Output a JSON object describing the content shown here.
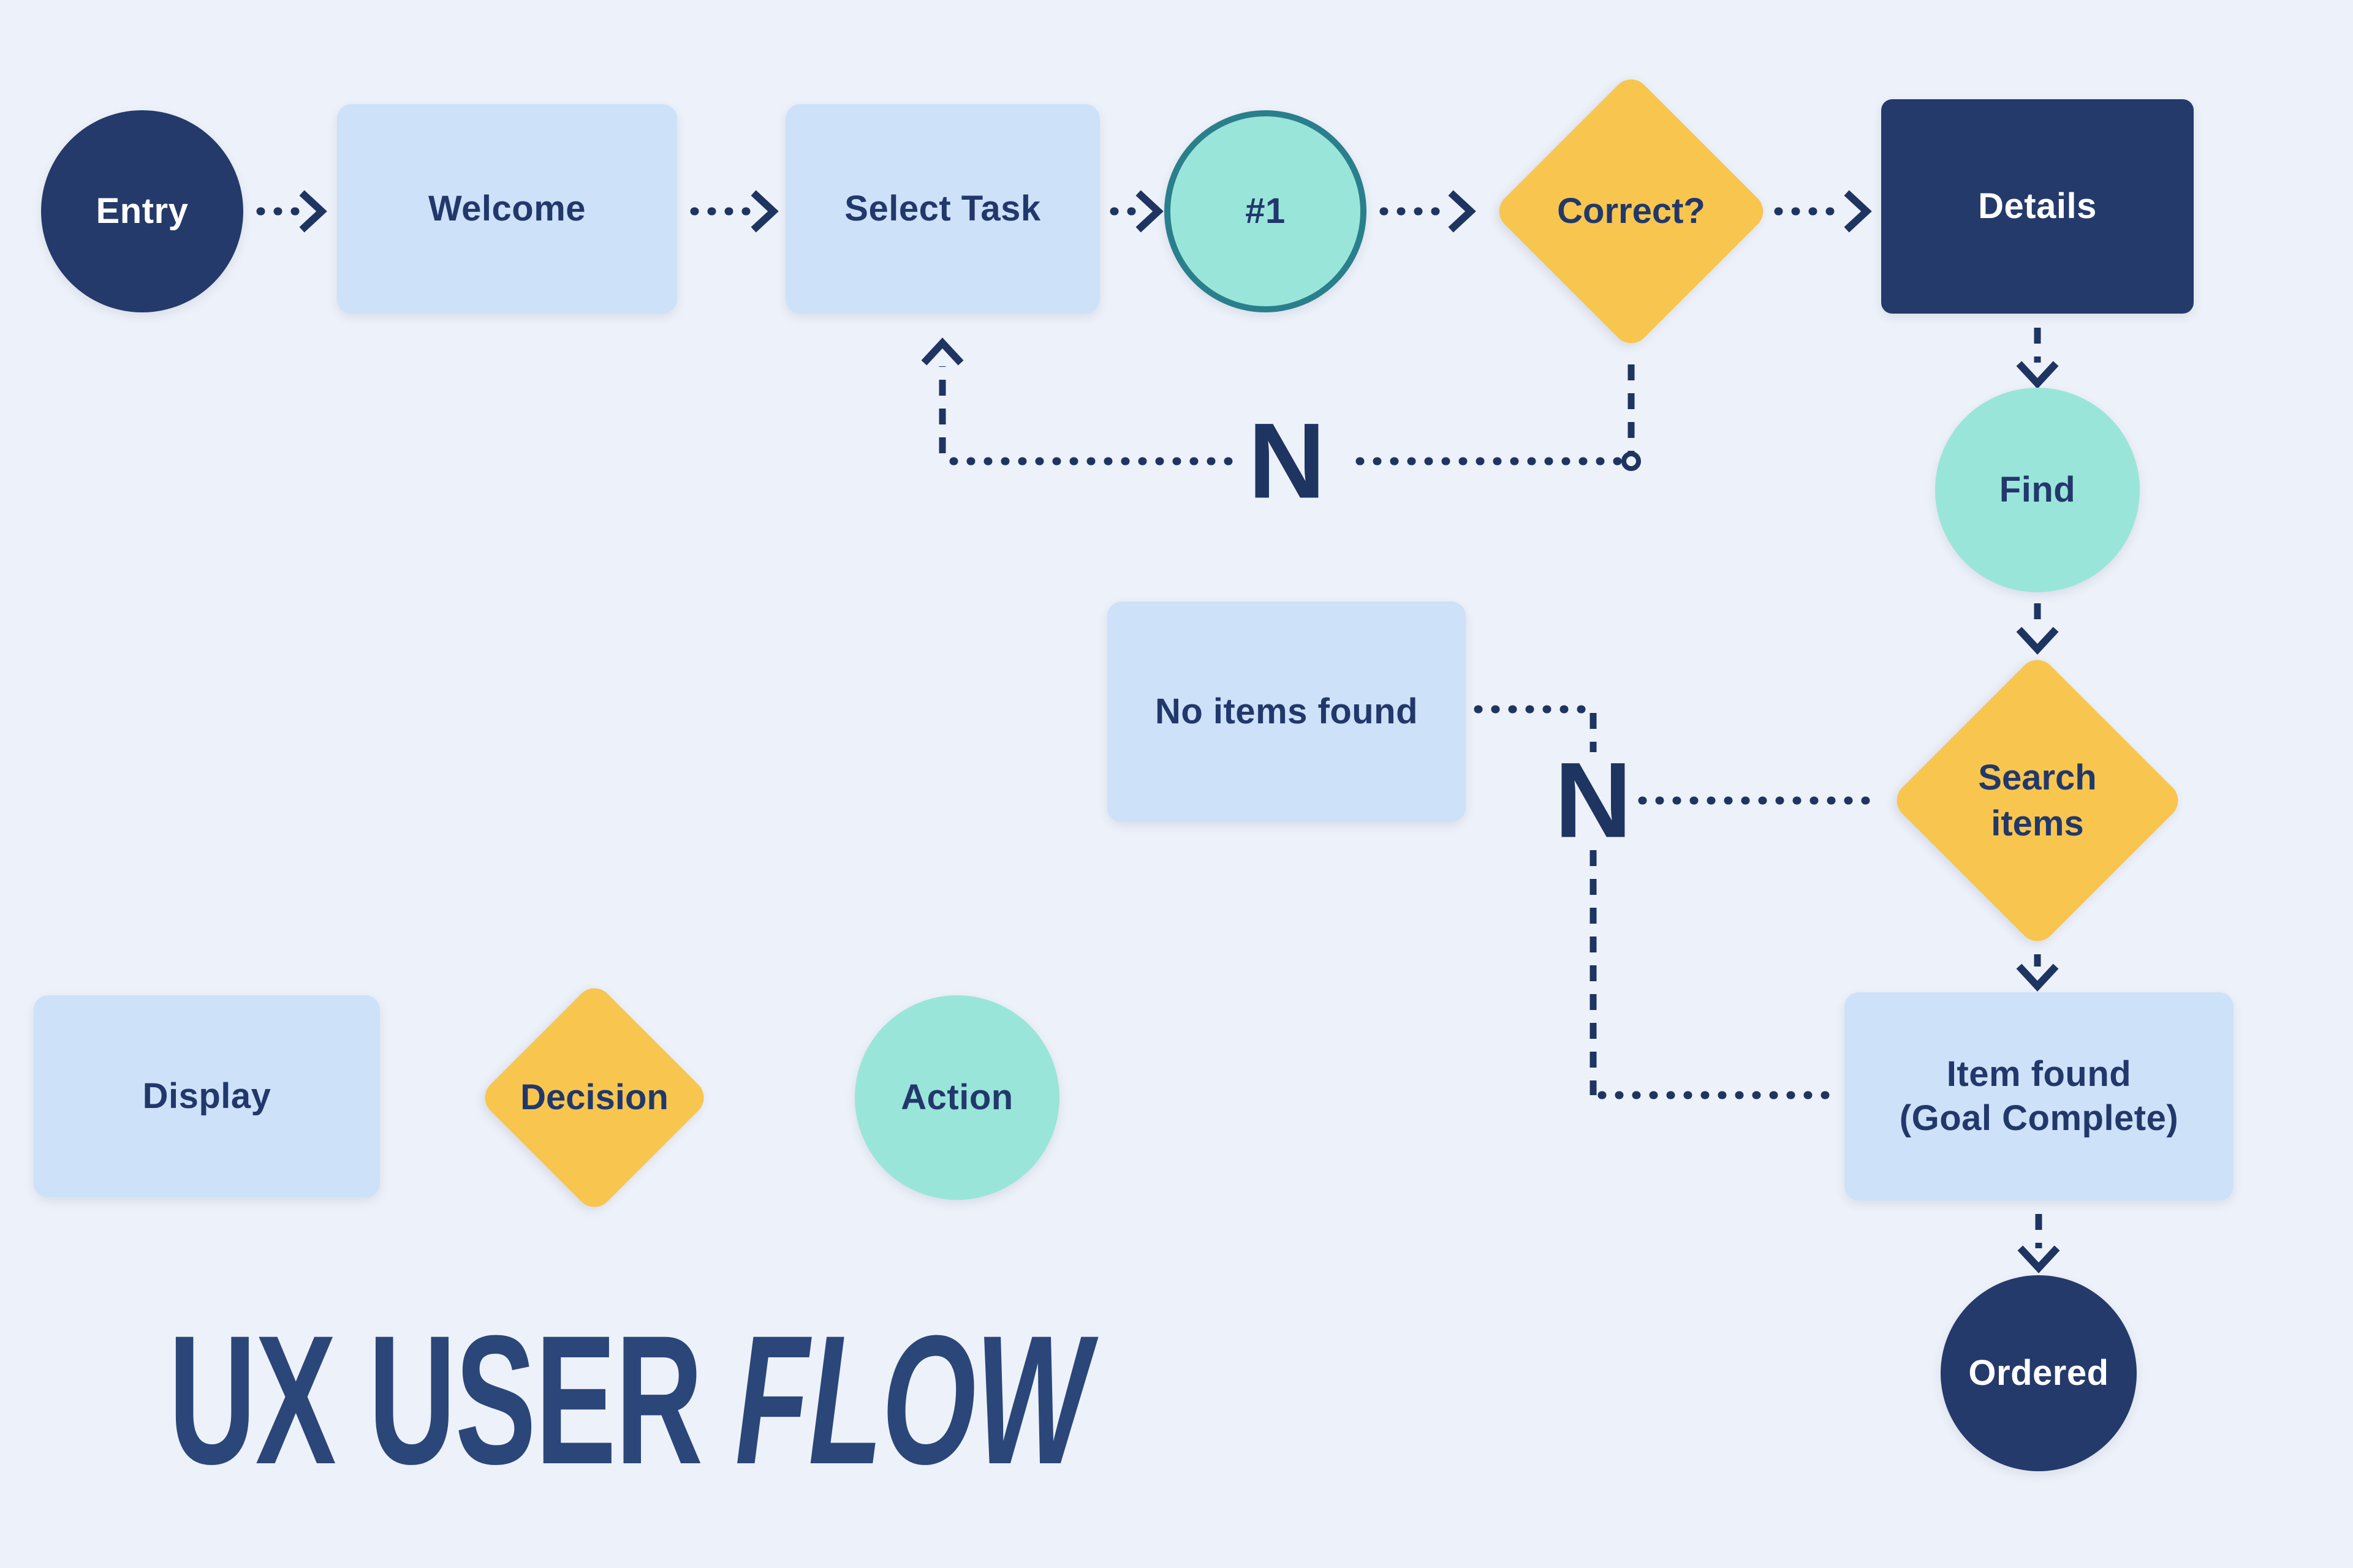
{
  "title": {
    "prefix": "UX USER ",
    "emphasis": "FLOW"
  },
  "colors": {
    "bg": "#edf1f9",
    "navy": "#243a6b",
    "light_blue": "#cde1f9",
    "teal": "#9ae5da",
    "teal_border": "#2a7f8c",
    "yellow": "#f8c64e",
    "line": "#1e3461",
    "text": "#22386b",
    "title": "#2b4679"
  },
  "flow": {
    "nodes": {
      "entry": {
        "label": "Entry",
        "shape": "circle-dark"
      },
      "welcome": {
        "label": "Welcome",
        "shape": "rect-light"
      },
      "select_task": {
        "label": "Select Task",
        "shape": "rect-light"
      },
      "step_1": {
        "label": "#1",
        "shape": "circle-teal-ring"
      },
      "correct": {
        "label": "Correct?",
        "shape": "diamond-yellow"
      },
      "details": {
        "label": "Details",
        "shape": "rect-dark"
      },
      "find": {
        "label": "Find",
        "shape": "circle-teal"
      },
      "search_items": {
        "label": "Search items",
        "shape": "diamond-yellow"
      },
      "no_items_found": {
        "label": "No items found",
        "shape": "rect-light"
      },
      "item_found": {
        "line1": "Item found",
        "line2": "(Goal Complete)",
        "shape": "rect-light"
      },
      "ordered": {
        "label": "Ordered",
        "shape": "circle-dark"
      }
    },
    "edge_labels": {
      "correct_no": "N",
      "search_no": "N"
    }
  },
  "legend": {
    "display": "Display",
    "decision": "Decision",
    "action": "Action"
  }
}
